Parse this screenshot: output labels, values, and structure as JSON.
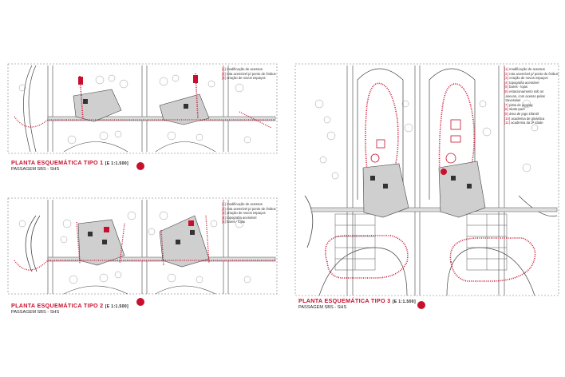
{
  "plans": [
    {
      "id": "tipo1",
      "title": "PLANTA ESQUEMÁTICA TIPO 1",
      "scale": "[E 1:1.500]",
      "subtitle": "PASSAGEM SBS - SHS",
      "legend": [
        {
          "code": "[1]",
          "label": "modificação de acessos",
          "color": "#c8102e"
        },
        {
          "code": "[2]",
          "label": "rota acessível p/ ponto de ônibus",
          "color": "#c8102e"
        },
        {
          "code": "[3]",
          "label": "criação de novos espaços",
          "color": "#c8102e"
        }
      ]
    },
    {
      "id": "tipo2",
      "title": "PLANTA ESQUEMÁTICA TIPO 2",
      "scale": "[E 1:1.500]",
      "subtitle": "PASSAGEM SBS - SHS",
      "legend": [
        {
          "code": "[1]",
          "label": "modificação de acessos",
          "color": "#c8102e"
        },
        {
          "code": "[2]",
          "label": "rota acessível p/ ponto de ônibus",
          "color": "#c8102e"
        },
        {
          "code": "[3]",
          "label": "criação de novos espaços",
          "color": "#c8102e"
        },
        {
          "code": "[4]",
          "label": "topografia acessível",
          "color": "#c8102e"
        },
        {
          "code": "[5]",
          "label": "bares - lojas",
          "color": "#c8102e"
        }
      ]
    },
    {
      "id": "tipo3",
      "title": "PLANTA ESQUEMÁTICA TIPO 3",
      "scale": "[E 1:1.500]",
      "subtitle": "PASSAGEM SBS - SHS",
      "legend": [
        {
          "code": "[1]",
          "label": "modificação de acessos",
          "color": "#c8102e"
        },
        {
          "code": "[2]",
          "label": "rota acessível p/ ponto de ônibus",
          "color": "#c8102e"
        },
        {
          "code": "[3]",
          "label": "criação de novos espaços",
          "color": "#c8102e"
        },
        {
          "code": "[4]",
          "label": "topografia acessível",
          "color": "#c8102e"
        },
        {
          "code": "[5]",
          "label": "bares - lojas",
          "color": "#c8102e"
        },
        {
          "code": "[6]",
          "label": "estacionamento sob os",
          "color": "#c8102e"
        },
        {
          "code": "",
          "label": "anexos, com acesso pelas",
          "color": ""
        },
        {
          "code": "",
          "label": "travessias",
          "color": ""
        },
        {
          "code": "[7]",
          "label": "pista de jogging",
          "color": "#c8102e"
        },
        {
          "code": "[8]",
          "label": "skate-park",
          "color": "#c8102e"
        },
        {
          "code": "[9]",
          "label": "área de jogo infantil",
          "color": "#c8102e"
        },
        {
          "code": "[10]",
          "label": "academia de ginástica",
          "color": "#c8102e"
        },
        {
          "code": "[11]",
          "label": "academia da 3ª idade",
          "color": "#c8102e"
        }
      ]
    }
  ],
  "colors": {
    "accent": "#c8102e",
    "line": "#555555",
    "fill": "#cccccc",
    "dark": "#333333"
  }
}
